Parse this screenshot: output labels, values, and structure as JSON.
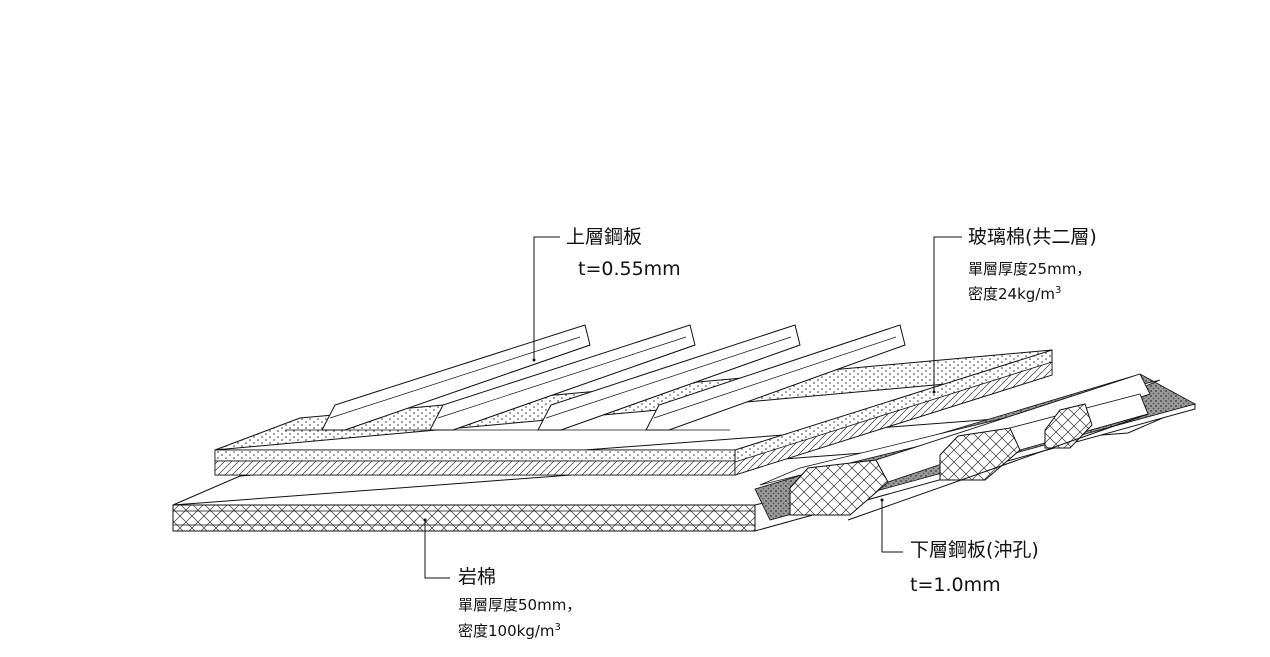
{
  "upper_sheet": {
    "name": "上層鋼板",
    "thickness": "t=0.55mm"
  },
  "glass_wool": {
    "name": "玻璃棉(共二層)",
    "thickness": "單層厚度25mm，",
    "density_prefix": "密度24kg/m",
    "density_sup": "3"
  },
  "lower_sheet": {
    "name": "下層鋼板(沖孔)",
    "thickness": "t=1.0mm"
  },
  "rock_wool": {
    "name": "岩棉",
    "thickness": "單層厚度50mm，",
    "density_prefix": "密度100kg/m",
    "density_sup": "3"
  }
}
